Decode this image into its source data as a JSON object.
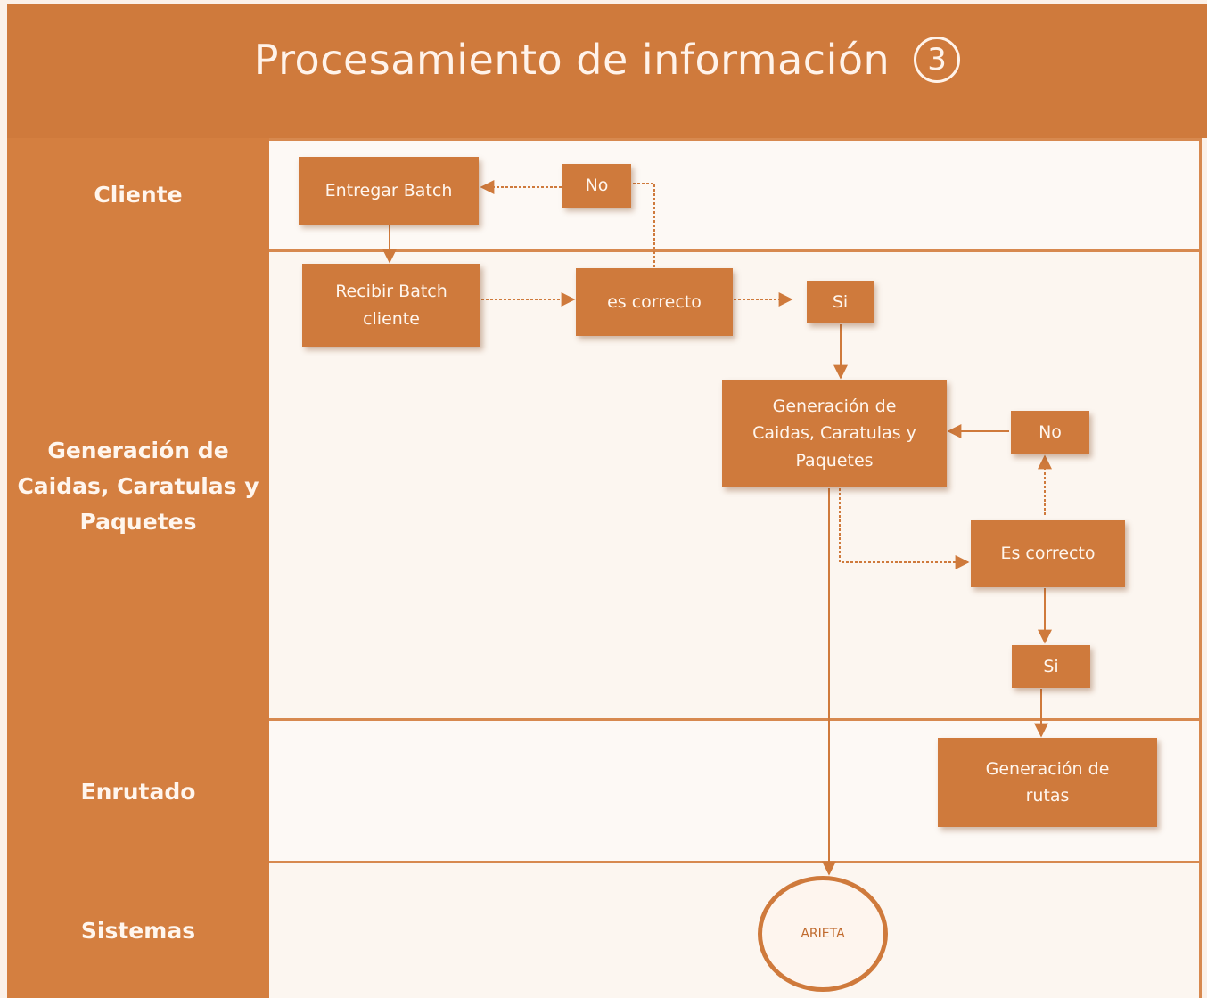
{
  "title": "Procesamiento de información",
  "title_number": "3",
  "lanes": [
    {
      "label": "Cliente"
    },
    {
      "label": "Generación de Caidas, Caratulas y Paquetes"
    },
    {
      "label": "Enrutado"
    },
    {
      "label": "Sistemas"
    }
  ],
  "nodes": {
    "entregar_batch": "Entregar Batch",
    "no_1": "No",
    "recibir_batch": "Recibir Batch cliente",
    "es_correcto_1": "es correcto",
    "si_1": "Si",
    "generacion_caidas": "Generación de Caidas, Caratulas y Paquetes",
    "no_2": "No",
    "es_correcto_2": "Es correcto",
    "si_2": "Si",
    "generacion_rutas": "Generación de rutas",
    "arieta": "ARIETA"
  },
  "colors": {
    "accent": "#cf7a3c",
    "lane_label_bg": "#d47f40",
    "background": "#fbf1e9"
  }
}
